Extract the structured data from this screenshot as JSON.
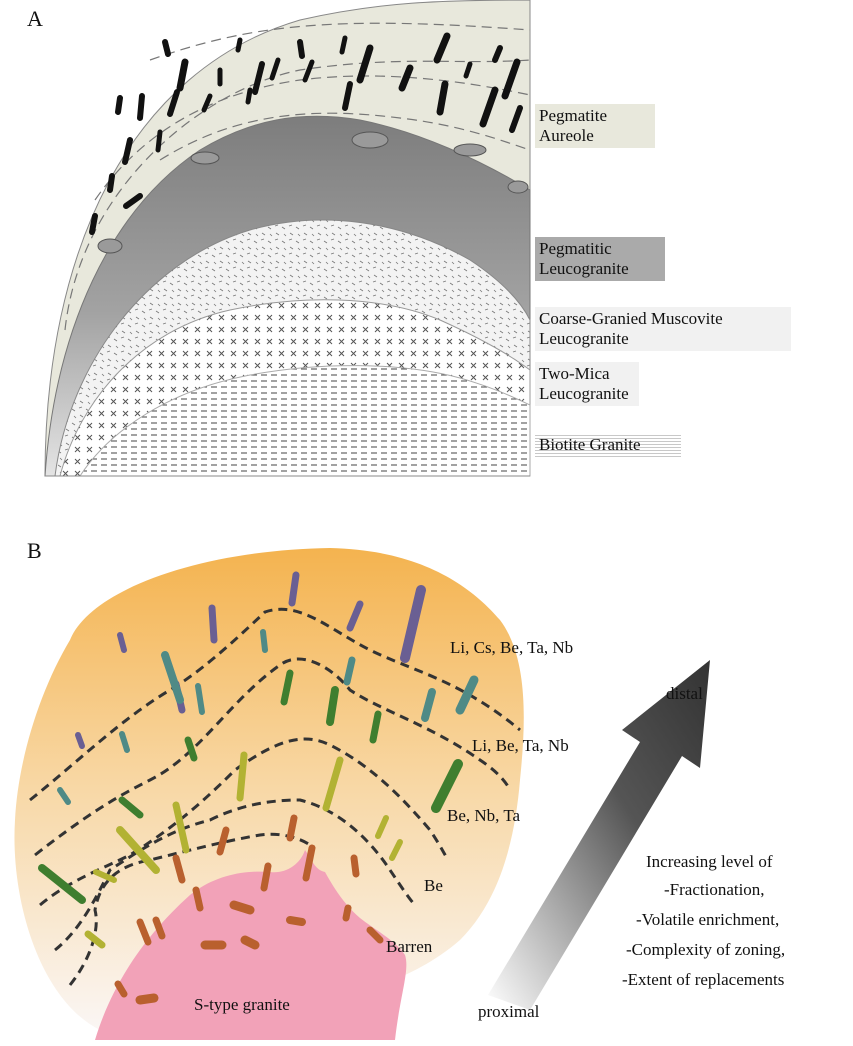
{
  "panel_a": {
    "letter": "A",
    "legend": {
      "pegmatite_aureole": "Pegmatite\nAureole",
      "pegmatitic_leucogranite": "Pegmatitic\nLeucogranite",
      "coarse_grained": "Coarse-Granied Muscovite\nLeucogranite",
      "two_mica": "Two-Mica\nLeucogranite",
      "biotite_granite": "Biotite Granite"
    },
    "colors": {
      "aureole": "#e8e8dc",
      "leucogranite_dark": "#8a8a8a",
      "leucogranite_light": "#e0e0e0",
      "pegmatite": "#111111"
    }
  },
  "panel_b": {
    "letter": "B",
    "zones": {
      "zone1": "Li, Cs, Be, Ta, Nb",
      "zone2": "Li, Be, Ta, Nb",
      "zone3": "Be, Nb, Ta",
      "zone4": "Be",
      "zone5": "Barren"
    },
    "granite_label": "S-type granite",
    "arrow": {
      "top": "distal",
      "bottom": "proximal"
    },
    "trend_text": {
      "l1": "Increasing level of",
      "l2": "-Fractionation,",
      "l3": "-Volatile enrichment,",
      "l4": "-Complexity of zoning,",
      "l5": "-Extent of replacements"
    },
    "colors": {
      "background_top": "#f4b34f",
      "background_bottom": "#faf6f4",
      "granite": "#f2a2b8",
      "zone1": "#6a5f93",
      "zone2": "#4f8a86",
      "zone3": "#3f7e2f",
      "zone4": "#b2b233",
      "zone5": "#b9602e"
    }
  }
}
